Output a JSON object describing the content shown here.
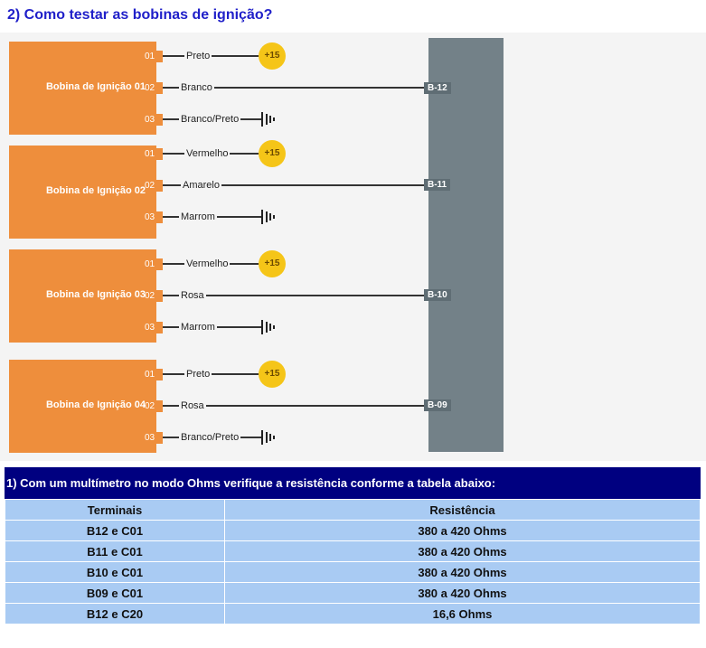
{
  "title": "2) Como testar as bobinas de ignição?",
  "diagram": {
    "coils": [
      {
        "name": "Bobina de Ignição 01",
        "pins": [
          "01",
          "02",
          "03"
        ],
        "wires": [
          "Preto",
          "Branco",
          "Branco/Preto"
        ],
        "supply": "+15",
        "terminal": "B-12"
      },
      {
        "name": "Bobina de Ignição 02",
        "pins": [
          "01",
          "02",
          "03"
        ],
        "wires": [
          "Vermelho",
          "Amarelo",
          "Marrom"
        ],
        "supply": "+15",
        "terminal": "B-11"
      },
      {
        "name": "Bobina de Ignição 03",
        "pins": [
          "01",
          "02",
          "03"
        ],
        "wires": [
          "Vermelho",
          "Rosa",
          "Marrom"
        ],
        "supply": "+15",
        "terminal": "B-10"
      },
      {
        "name": "Bobina de Ignição 04",
        "pins": [
          "01",
          "02",
          "03"
        ],
        "wires": [
          "Preto",
          "Rosa",
          "Branco/Preto"
        ],
        "supply": "+15",
        "terminal": "B-09"
      }
    ],
    "colors": {
      "coil": "#ee8e3c",
      "bar": "#738188",
      "supply": "#f5c518"
    }
  },
  "table": {
    "instruction": "1) Com um multímetro no modo Ohms verifique a resistência conforme a tabela abaixo:",
    "headers": [
      "Terminais",
      "Resistência"
    ],
    "rows": [
      [
        "B12 e C01",
        "380 a 420 Ohms"
      ],
      [
        "B11 e C01",
        "380 a 420 Ohms"
      ],
      [
        "B10 e C01",
        "380 a 420 Ohms"
      ],
      [
        "B09 e C01",
        "380 a 420 Ohms"
      ],
      [
        "B12 e C20",
        "16,6 Ohms"
      ]
    ],
    "colors": {
      "header": "#000080",
      "cell": "#a9cbf3"
    }
  }
}
